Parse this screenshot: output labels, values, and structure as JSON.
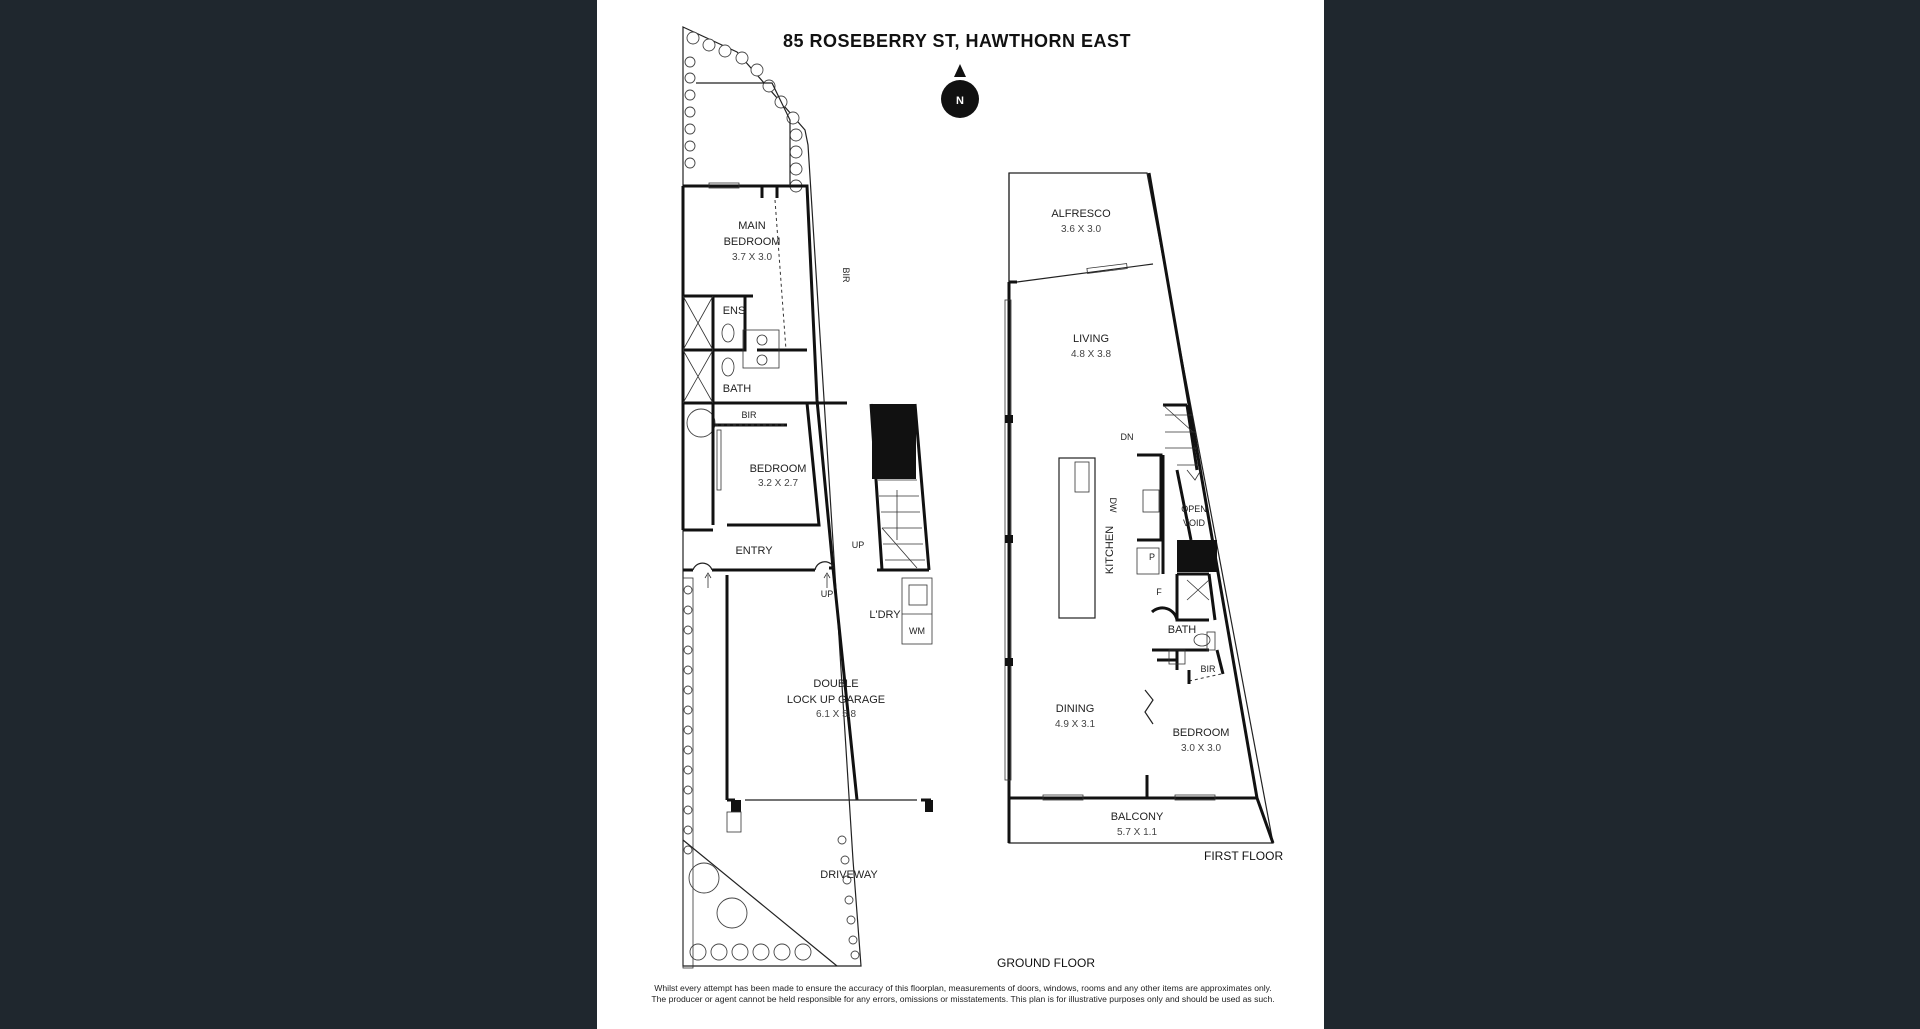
{
  "title": "85 ROSEBERRY ST, HAWTHORN EAST",
  "compass": {
    "icon": "north-arrow-icon",
    "label": "N"
  },
  "ground_floor": {
    "name": "GROUND FLOOR",
    "rooms": {
      "main_bedroom": {
        "name_line1": "MAIN",
        "name_line2": "BEDROOM",
        "size": "3.7 X 3.0"
      },
      "bir_main": "BIR",
      "ens": "ENS",
      "bath": "BATH",
      "bir_bed": "BIR",
      "bedroom": {
        "name": "BEDROOM",
        "size": "3.2 X 2.7"
      },
      "entry": "ENTRY",
      "up_stairs": "UP",
      "up_garage": "UP",
      "laundry": "L'DRY",
      "wm": "WM",
      "garage": {
        "name_line1": "DOUBLE",
        "name_line2": "LOCK UP GARAGE",
        "size": "6.1 X 5.8"
      },
      "driveway": "DRIVEWAY"
    }
  },
  "first_floor": {
    "name": "FIRST FLOOR",
    "rooms": {
      "alfresco": {
        "name": "ALFRESCO",
        "size": "3.6 X 3.0"
      },
      "living": {
        "name": "LIVING",
        "size": "4.8 X 3.8"
      },
      "dn": "DN",
      "dw": "DW",
      "kitchen": "KITCHEN",
      "open_void": {
        "line1": "OPEN",
        "line2": "VOID"
      },
      "pantry": "P",
      "fridge": "F",
      "bath": "BATH",
      "bir": "BIR",
      "dining": {
        "name": "DINING",
        "size": "4.9 X 3.1"
      },
      "bedroom": {
        "name": "BEDROOM",
        "size": "3.0 X 3.0"
      },
      "balcony": {
        "name": "BALCONY",
        "size": "5.7 X 1.1"
      }
    }
  },
  "disclaimer": {
    "line1": "Whilst every attempt has been made to ensure the accuracy of this floorplan, measurements of doors, windows, rooms and any other items are approximates only.",
    "line2": "The producer or agent cannot be held responsible for any errors, omissions or misstatements. This plan is for illustrative purposes only and should be used as such."
  }
}
